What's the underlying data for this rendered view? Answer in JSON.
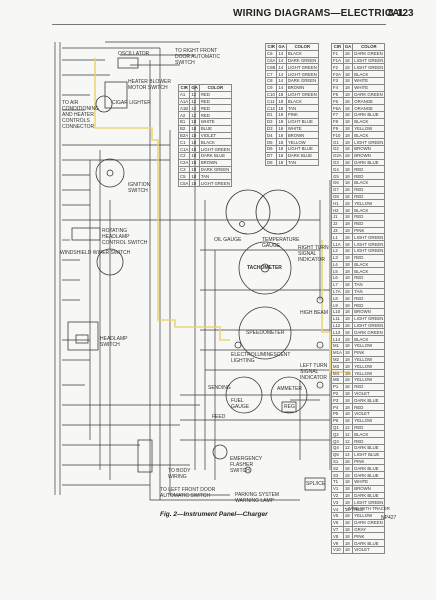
{
  "header": {
    "title": "WIRING DIAGRAMS—ELECTRICAL",
    "page": "8-123"
  },
  "caption": "Fig. 2—Instrument Panel—Charger",
  "ref_code": "NP427",
  "components": {
    "cigar_lighter": "CIGAR LIGHTER",
    "ignition_switch": "IGNITION SWITCH",
    "headlamp_rotating_control": "ROTATING HEADLAMP CONTROL SWITCH",
    "windshield_wiper_switch": "WINDSHIELD WIPER SWITCH",
    "headlamp_switch": "HEADLAMP SWITCH",
    "heater_blower": "HEATER BLOWER MOTOR SWITCH",
    "oscillator": "OSCILLATOR",
    "oil_gauge": "OIL GAUGE",
    "temp_gauge": "TEMPERATURE GAUGE",
    "tachometer": "TACHOMETER",
    "speedometer": "SPEEDOMETER",
    "high_beam": "HIGH BEAM",
    "right_turn": "RIGHT TURN SIGNAL INDICATOR",
    "left_turn": "LEFT TURN SIGNAL INDICATOR",
    "fuel_gauge": "FUEL GAUGE",
    "ammeter": "AMMETER",
    "reg": "REG",
    "emergency_flasher": "EMERGENCY FLASHER SWITCH",
    "parking_system": "PARKING SYSTEM WARNING LAMP",
    "left_door": "TO LEFT FRONT DOOR AUTOMATIC SWITCH",
    "right_door": "TO RIGHT FRONT DOOR AUTOMATIC SWITCH",
    "body_wiring": "TO BODY WIRING",
    "spl": "SPL/ICE",
    "air_conditioning": "TO AIR CONDITIONING AND HEATER CONTROLS CONNECTOR",
    "ltr_indicator": "ELECTROLUMINESCENT LIGHTING",
    "sending": "SENDING",
    "feed": "FEED"
  },
  "circuit_table_small": {
    "headers": [
      "CIR",
      "GA",
      "COLOR"
    ],
    "rows": [
      [
        "A1",
        "12",
        "RED"
      ],
      [
        "A1A",
        "12",
        "RED"
      ],
      [
        "A1B",
        "12",
        "RED"
      ],
      [
        "A2",
        "12",
        "RED"
      ],
      [
        "B1",
        "18",
        "WHITE"
      ],
      [
        "B2",
        "18",
        "BLUE"
      ],
      [
        "B2A",
        "18",
        "VIOLET"
      ],
      [
        "C1",
        "18",
        "BLACK"
      ],
      [
        "C1A",
        "18",
        "LIGHT GREEN"
      ],
      [
        "C2",
        "18",
        "DARK BLUE"
      ],
      [
        "C2A",
        "18",
        "BROWN"
      ],
      [
        "C3",
        "18",
        "DARK GREEN"
      ],
      [
        "C5",
        "18",
        "TAN"
      ],
      [
        "C5A",
        "18",
        "LIGHT GREEN"
      ]
    ]
  },
  "circuit_table_mid": {
    "headers": [
      "CIR",
      "GA",
      "COLOR"
    ],
    "rows": [
      [
        "C6",
        "14",
        "BLACK"
      ],
      [
        "C6A",
        "14",
        "DARK GREEN"
      ],
      [
        "C6B",
        "14",
        "LIGHT GREEN"
      ],
      [
        "C7",
        "14",
        "LIGHT GREEN"
      ],
      [
        "C8",
        "14",
        "DARK GREEN"
      ],
      [
        "C9",
        "14",
        "BROWN"
      ],
      [
        "C10",
        "18",
        "LIGHT GREEN"
      ],
      [
        "C11",
        "18",
        "BLACK"
      ],
      [
        "C12",
        "18",
        "TAN"
      ],
      [
        "D1",
        "18",
        "PINK"
      ],
      [
        "D2",
        "18",
        "LIGHT BLUE"
      ],
      [
        "D3",
        "18",
        "WHITE"
      ],
      [
        "D4",
        "18",
        "BROWN"
      ],
      [
        "D5",
        "18",
        "YELLOW"
      ],
      [
        "D6",
        "18",
        "LIGHT BLUE"
      ],
      [
        "D7",
        "18",
        "DARK BLUE"
      ],
      [
        "D8",
        "18",
        "TAN"
      ]
    ]
  },
  "circuit_table_right": {
    "headers": [
      "CIR",
      "GA",
      "COLOR"
    ],
    "rows": [
      [
        "F1",
        "18",
        "DARK GREEN"
      ],
      [
        "F1A",
        "18",
        "LIGHT GREEN"
      ],
      [
        "F2",
        "18",
        "LIGHT GREEN"
      ],
      [
        "F2A",
        "18",
        "BLACK"
      ],
      [
        "F3",
        "18",
        "WHITE"
      ],
      [
        "F4",
        "18",
        "WHITE"
      ],
      [
        "F5",
        "18",
        "DARK GREEN"
      ],
      [
        "F6",
        "18",
        "ORANGE"
      ],
      [
        "F6A",
        "18",
        "ORANGE"
      ],
      [
        "F7",
        "18",
        "DARK BLUE"
      ],
      [
        "F8",
        "18",
        "BLACK"
      ],
      [
        "F9",
        "18",
        "YELLOW"
      ],
      [
        "F10",
        "18",
        "BLACK"
      ],
      [
        "G1",
        "18",
        "LIGHT GREEN"
      ],
      [
        "G2",
        "18",
        "BROWN"
      ],
      [
        "G2A",
        "18",
        "BROWN"
      ],
      [
        "G3",
        "18",
        "DARK BLUE"
      ],
      [
        "G4",
        "18",
        "RED"
      ],
      [
        "G5",
        "18",
        "RED"
      ],
      [
        "G6",
        "18",
        "BLACK"
      ],
      [
        "G7",
        "18",
        "RED"
      ],
      [
        "G8",
        "18",
        "RED"
      ],
      [
        "H1",
        "18",
        "YELLOW"
      ],
      [
        "H2",
        "18",
        "BLACK"
      ],
      [
        "J1",
        "18",
        "RED"
      ],
      [
        "J2",
        "18",
        "RED"
      ],
      [
        "J3",
        "18",
        "PINK"
      ],
      [
        "L1",
        "18",
        "LIGHT GREEN"
      ],
      [
        "L1A",
        "18",
        "LIGHT GREEN"
      ],
      [
        "L2",
        "18",
        "LIGHT GREEN"
      ],
      [
        "L3",
        "18",
        "RED"
      ],
      [
        "L4",
        "18",
        "BLACK"
      ],
      [
        "L5",
        "18",
        "BLACK"
      ],
      [
        "L6",
        "18",
        "RED"
      ],
      [
        "L7",
        "18",
        "TAN"
      ],
      [
        "L7A",
        "18",
        "TAN"
      ],
      [
        "L8",
        "18",
        "RED"
      ],
      [
        "L9",
        "18",
        "RED"
      ],
      [
        "L10",
        "18",
        "BROWN"
      ],
      [
        "L11",
        "18",
        "LIGHT GREEN"
      ],
      [
        "L12",
        "18",
        "LIGHT GREEN"
      ],
      [
        "L13",
        "18",
        "DARK GREEN"
      ],
      [
        "L14",
        "18",
        "BLACK"
      ],
      [
        "M1",
        "18",
        "YELLOW"
      ],
      [
        "M1A",
        "18",
        "PINK"
      ],
      [
        "M2",
        "18",
        "YELLOW"
      ],
      [
        "M3",
        "18",
        "YELLOW"
      ],
      [
        "M4",
        "18",
        "YELLOW"
      ],
      [
        "M5",
        "18",
        "YELLOW"
      ],
      [
        "P1",
        "18",
        "RED"
      ],
      [
        "P2",
        "18",
        "VIOLET"
      ],
      [
        "P3",
        "18",
        "DARK BLUE"
      ],
      [
        "P4",
        "18",
        "RED"
      ],
      [
        "P5",
        "18",
        "VIOLET"
      ],
      [
        "P6",
        "18",
        "YELLOW"
      ],
      [
        "Q1",
        "12",
        "RED"
      ],
      [
        "Q2",
        "12",
        "BLACK"
      ],
      [
        "Q3",
        "12",
        "RED"
      ],
      [
        "Q4",
        "12",
        "DARK BLUE"
      ],
      [
        "Q5",
        "14",
        "LIGHT BLUE"
      ],
      [
        "S1",
        "18",
        "PINK"
      ],
      [
        "S2",
        "18",
        "DARK BLUE"
      ],
      [
        "S3",
        "18",
        "DARK BLUE"
      ],
      [
        "T1",
        "18",
        "WHITE"
      ],
      [
        "V1",
        "18",
        "BROWN"
      ],
      [
        "V2",
        "18",
        "DARK BLUE"
      ],
      [
        "V3",
        "18",
        "LIGHT GREEN"
      ],
      [
        "V4",
        "18",
        "RED"
      ],
      [
        "V5",
        "18",
        "YELLOW"
      ],
      [
        "V6",
        "18",
        "DARK GREEN"
      ],
      [
        "V7",
        "18",
        "GRAY"
      ],
      [
        "V8",
        "18",
        "PINK"
      ],
      [
        "V9",
        "18",
        "DARK BLUE"
      ],
      [
        "V10",
        "18",
        "VIOLET"
      ]
    ],
    "footnote": "• WIRE WITH TRACER"
  },
  "colors": {
    "paper": "#f7f7f5",
    "line": "#3a3a3a",
    "highlight": "#e8d36a"
  }
}
